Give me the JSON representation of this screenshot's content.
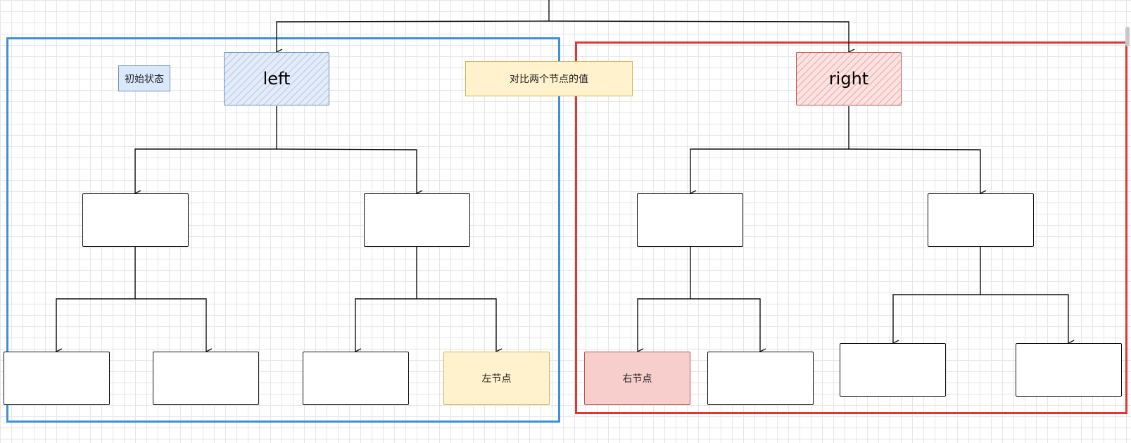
{
  "diagram": {
    "labels": {
      "initial_state": "初始状态",
      "compare_values": "对比两个节点的值"
    },
    "nodes": {
      "left_root": "left",
      "right_root": "right",
      "left_leaf_marked": "左节点",
      "right_leaf_marked": "右节点"
    },
    "colors": {
      "left_frame": "#3d8fd6",
      "right_frame": "#e63333",
      "left_root_fill": "#dae8fc",
      "right_root_fill": "#f8cecc",
      "highlight_yellow": "#fff2cc",
      "highlight_pink": "#f8cecc"
    }
  }
}
